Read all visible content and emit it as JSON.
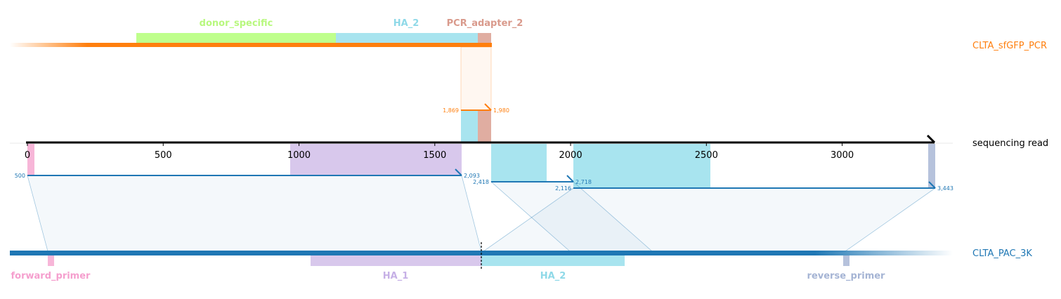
{
  "colors": {
    "orange": "#ff7f0e",
    "blue": "#1f77b4",
    "green": "#bfff8c",
    "cyan": "#a8e4ef",
    "salmon": "#e0ada1",
    "purple": "#d8c8ec",
    "pink": "#f7b6d8",
    "steel": "#b6c2dc"
  },
  "tracks": {
    "top": "CLTA_sfGFP_PCR",
    "middle": "sequencing read",
    "bottom": "CLTA_PAC_3K"
  },
  "axis": {
    "ticks": [
      0,
      500,
      1000,
      1500,
      2000,
      2500,
      3000
    ],
    "tick_labels": [
      "0",
      "500",
      "1000",
      "1500",
      "2000",
      "2500",
      "3000"
    ],
    "max": 3340
  },
  "top_features": [
    {
      "label": "donor_specific",
      "color": "#bfff8c",
      "text_color": "#b8f87e"
    },
    {
      "label": "HA_2",
      "color": "#a8e4ef",
      "text_color": "#8fd9e8"
    },
    {
      "label": "PCR_adapter_2",
      "color": "#e0ada1",
      "text_color": "#d99a8c"
    }
  ],
  "bottom_features": [
    {
      "label": "forward_primer",
      "color": "#f7b6d8",
      "text_color": "#f59fce"
    },
    {
      "label": "HA_1",
      "color": "#d8c8ec",
      "text_color": "#c6b0e6"
    },
    {
      "label": "HA_2",
      "color": "#a8e4ef",
      "text_color": "#8fd9e8"
    },
    {
      "label": "reverse_primer",
      "color": "#b6c2dc",
      "text_color": "#a5b4d4"
    }
  ],
  "alignments": {
    "top": {
      "start_label": "1,869",
      "end_label": "1,980"
    },
    "bottom": [
      {
        "start_label": "500",
        "end_label": "2,093"
      },
      {
        "start_label": "2,418",
        "end_label": "2,718"
      },
      {
        "start_label": "2,116",
        "end_label": "3,443"
      }
    ]
  }
}
